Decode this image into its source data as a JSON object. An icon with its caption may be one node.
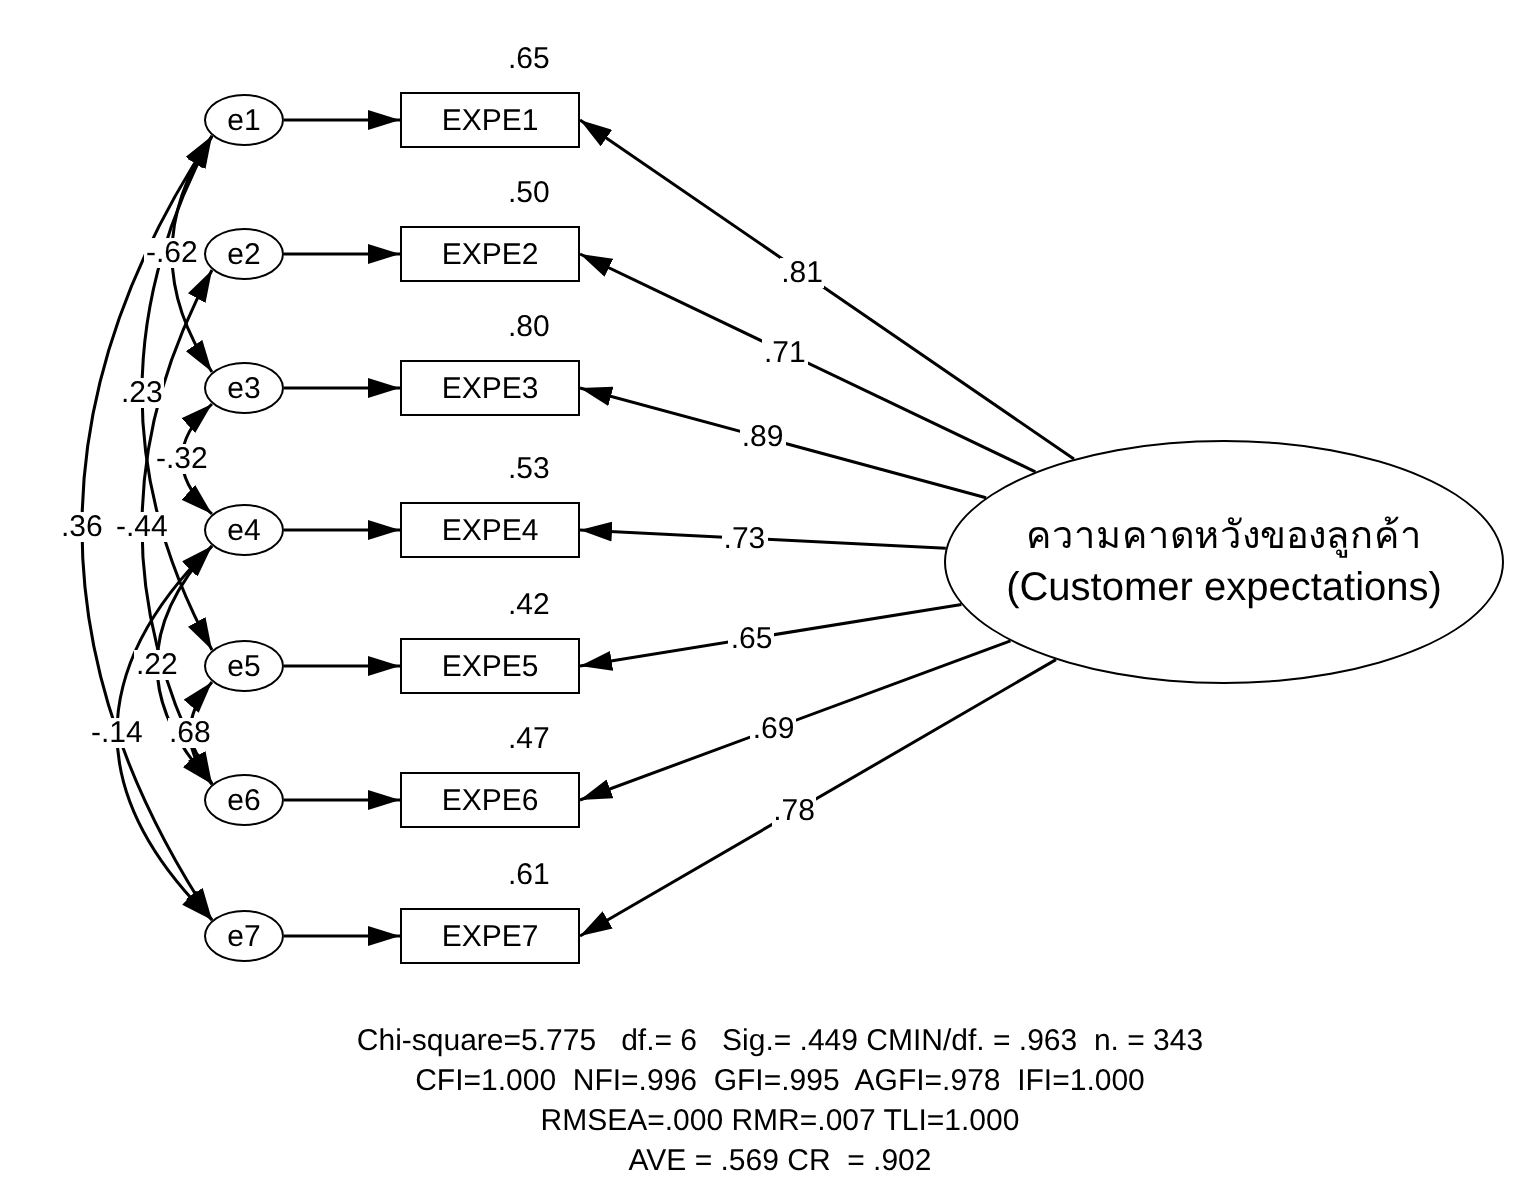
{
  "diagram": {
    "nodes": [
      {
        "text": [
          "e1"
        ]
      },
      {
        "text": [
          "e2"
        ]
      },
      {
        "text": [
          "e3"
        ]
      },
      {
        "text": [
          "e4"
        ]
      },
      {
        "text": [
          "e5"
        ]
      },
      {
        "text": [
          "e6"
        ]
      },
      {
        "text": [
          "e7"
        ]
      },
      {
        "text": [
          "EXPE1"
        ],
        "beside": [
          ".65"
        ]
      },
      {
        "text": [
          "EXPE2"
        ],
        "beside": [
          ".50"
        ]
      },
      {
        "text": [
          "EXPE3"
        ],
        "beside": [
          ".80"
        ]
      },
      {
        "text": [
          "EXPE4"
        ],
        "beside": [
          ".53"
        ]
      },
      {
        "text": [
          "EXPE5"
        ],
        "beside": [
          ".42"
        ]
      },
      {
        "text": [
          "EXPE6"
        ],
        "beside": [
          ".47"
        ]
      },
      {
        "text": [
          "EXPE7"
        ],
        "beside": [
          ".61"
        ]
      },
      {
        "text": [
          "ความคาดหวังของลูกค้า",
          "(Customer expectations)"
        ]
      }
    ],
    "edges": [
      {
        "from": 0,
        "to": 7,
        "arrow": "to"
      },
      {
        "from": 1,
        "to": 8,
        "arrow": "to"
      },
      {
        "from": 2,
        "to": 9,
        "arrow": "to"
      },
      {
        "from": 3,
        "to": 10,
        "arrow": "to"
      },
      {
        "from": 4,
        "to": 11,
        "arrow": "to"
      },
      {
        "from": 5,
        "to": 12,
        "arrow": "to"
      },
      {
        "from": 6,
        "to": 13,
        "arrow": "to"
      },
      {
        "from": 14,
        "to": 7,
        "arrow": "to",
        "label": ".81"
      },
      {
        "from": 14,
        "to": 8,
        "arrow": "to",
        "label": ".71"
      },
      {
        "from": 14,
        "to": 9,
        "arrow": "to",
        "label": ".89"
      },
      {
        "from": 14,
        "to": 10,
        "arrow": "to",
        "label": ".73"
      },
      {
        "from": 14,
        "to": 11,
        "arrow": "to",
        "label": ".65"
      },
      {
        "from": 14,
        "to": 12,
        "arrow": "to",
        "label": ".69"
      },
      {
        "from": 14,
        "to": 13,
        "arrow": "to",
        "label": ".78"
      },
      {
        "from": 0,
        "to": 2,
        "arrow": "both",
        "label": "-.62"
      },
      {
        "from": 0,
        "to": 6,
        "arrow": "both",
        "label": ".36"
      },
      {
        "from": 2,
        "to": 3,
        "arrow": "both",
        "label": "-.32"
      },
      {
        "from": 1,
        "to": 5,
        "arrow": "both",
        "label": "-.44"
      },
      {
        "from": 0,
        "to": 4,
        "arrow": "both",
        "label": ".23"
      },
      {
        "from": 3,
        "to": 6,
        "arrow": "both",
        "label": "-.14"
      },
      {
        "from": 3,
        "to": 5,
        "arrow": "both",
        "label": ".22"
      },
      {
        "from": 4,
        "to": 5,
        "arrow": "both",
        "label": ".68"
      }
    ],
    "labels": [
      "Chi-square=5.775   df.= 6   Sig.= .449 CMIN/df. = .963  n. = 343",
      "CFI=1.000  NFI=.996  GFI=.995  AGFI=.978  IFI=1.000",
      "RMSEA=.000 RMR=.007 TLI=1.000",
      "AVE = .569 CR  = .902"
    ]
  }
}
